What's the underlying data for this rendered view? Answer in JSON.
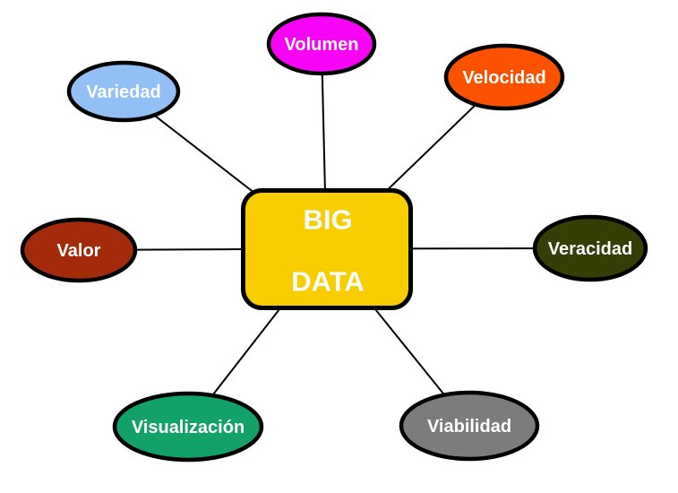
{
  "background_color": "#FFFFFF",
  "connector_color": "#000000",
  "node_border_color": "#000000",
  "node_text_color": "#FFFFFF",
  "center_node": {
    "label_line1": "BIG",
    "label_line2": "DATA",
    "fill_color": "#F9CE00",
    "border_color": "#000000",
    "text_color": "#FFFFFF"
  },
  "nodes": [
    {
      "id": "volumen",
      "label": "Volumen",
      "fill_color": "#F704F7"
    },
    {
      "id": "variedad",
      "label": "Variedad",
      "fill_color": "#92BFF4"
    },
    {
      "id": "velocidad",
      "label": "Velocidad",
      "fill_color": "#FC5200"
    },
    {
      "id": "valor",
      "label": "Valor",
      "fill_color": "#A32B0C"
    },
    {
      "id": "veracidad",
      "label": "Veracidad",
      "fill_color": "#353E05"
    },
    {
      "id": "visualizacion",
      "label": "Visualización",
      "fill_color": "#12A169"
    },
    {
      "id": "viabilidad",
      "label": "Viabilidad",
      "fill_color": "#7C7C7C"
    }
  ]
}
